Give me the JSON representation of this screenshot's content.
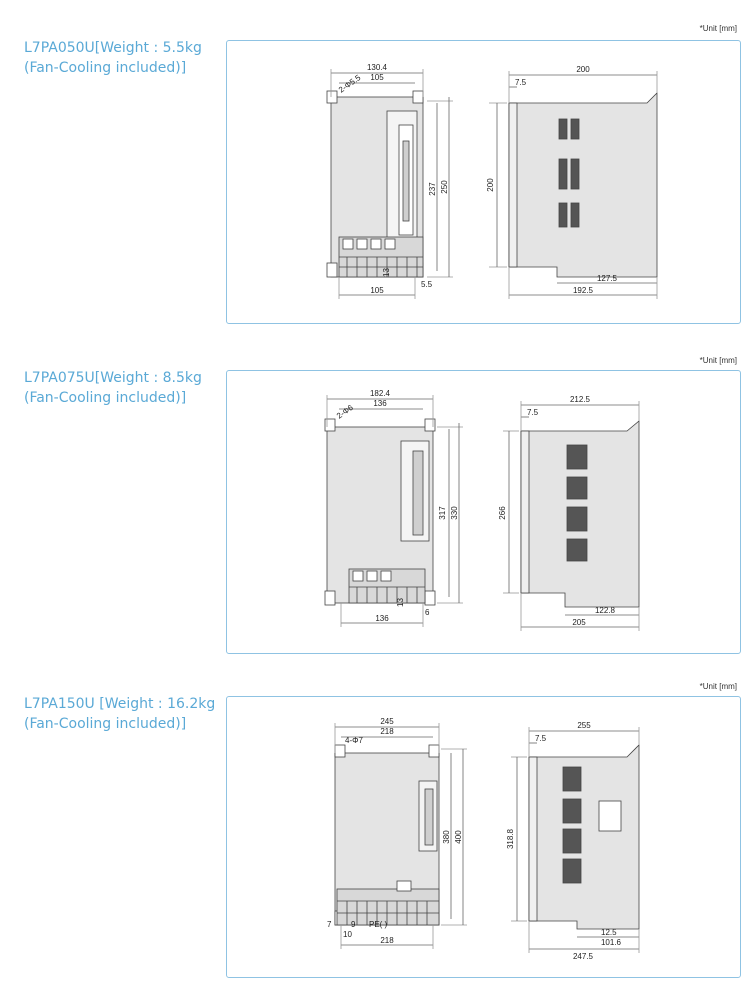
{
  "sections": [
    {
      "title_line1": "L7PA050U[Weight : 5.5kg",
      "title_line2": "(Fan-Cooling included)]",
      "unit_note": "*Unit [mm]",
      "front": {
        "width_overall": "130.4",
        "width_mount": "105",
        "hole": "2-Φ5.5",
        "height_mount": "237",
        "height_overall": "250",
        "bottom_width": "105",
        "bottom_offset": "13",
        "bottom_small": "5.5"
      },
      "side": {
        "depth": "200",
        "flange": "7.5",
        "height": "200",
        "bottom_a": "127.5",
        "bottom_b": "192.5"
      }
    },
    {
      "title_line1": "L7PA075U[Weight : 8.5kg",
      "title_line2": "(Fan-Cooling included)]",
      "unit_note": "*Unit [mm]",
      "front": {
        "width_overall": "182.4",
        "width_mount": "136",
        "hole": "2-Φ6",
        "height_mount": "317",
        "height_overall": "330",
        "bottom_width": "136",
        "bottom_offset": "13",
        "bottom_small": "6"
      },
      "side": {
        "depth": "212.5",
        "flange": "7.5",
        "height": "266",
        "bottom_a": "122.8",
        "bottom_b": "205"
      }
    },
    {
      "title_line1": "L7PA150U [Weight : 16.2kg",
      "title_line2": "(Fan-Cooling included)]",
      "unit_note": "*Unit [mm]",
      "front": {
        "width_overall": "245",
        "width_mount": "218",
        "hole": "4-Φ7",
        "height_mount": "380",
        "height_overall": "400",
        "bottom_width": "218",
        "bottom_offset_a": "7",
        "bottom_offset_b": "10",
        "bottom_dim": "9",
        "pe_label": "PE(  )"
      },
      "side": {
        "depth": "255",
        "flange": "7.5",
        "height": "318.8",
        "bottom_a": "101.6",
        "bottom_small": "12.5",
        "bottom_b": "247.5"
      }
    }
  ]
}
